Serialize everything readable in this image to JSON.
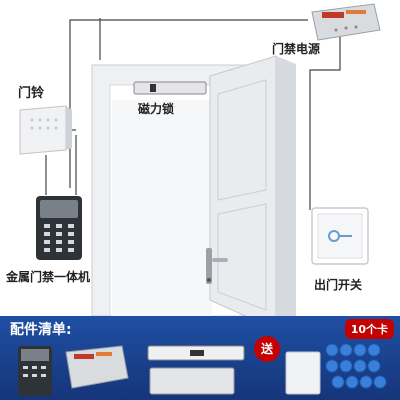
{
  "labels": {
    "doorbell": "门铃",
    "power_supply": "门禁电源",
    "magnetic_lock": "磁力锁",
    "keypad_unit": "金属门禁一体机",
    "exit_button": "出门开关"
  },
  "accessories": {
    "title": "配件清单:",
    "gift_badge": "送",
    "card_badge": "10个卡"
  },
  "colors": {
    "banner": "#1f4fa3",
    "badge": "#c40000",
    "card": "#3a7fd9"
  }
}
